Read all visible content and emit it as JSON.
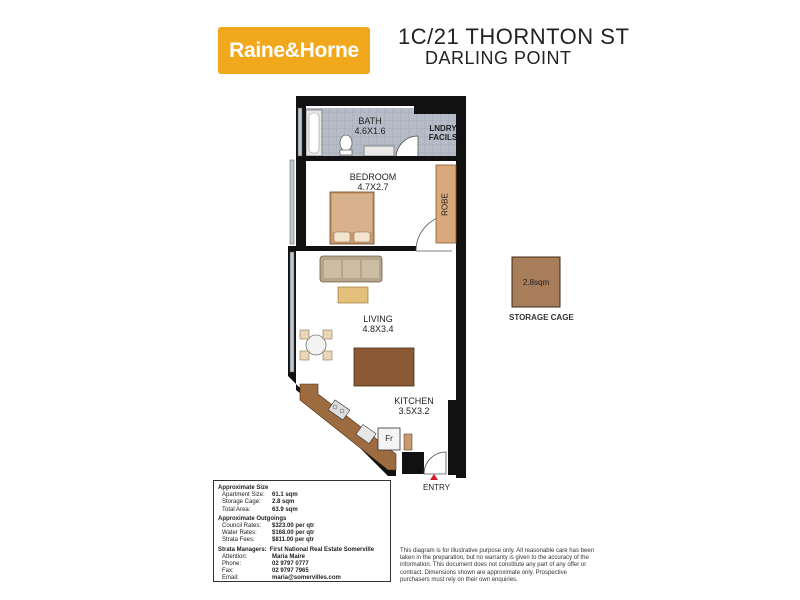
{
  "header": {
    "logo_text": "Raine&Horne",
    "address_line1": "1C/21 THORNTON ST",
    "address_line2": "DARLING POINT"
  },
  "rooms": {
    "bath": {
      "name": "BATH",
      "size": "4.6x1.6"
    },
    "laundry": {
      "name_line1": "LNDRY",
      "name_line2": "FACILS"
    },
    "bedroom": {
      "name": "BEDROOM",
      "size": "4.7x2.7"
    },
    "robe": {
      "name": "ROBE"
    },
    "living": {
      "name": "LIVING",
      "size": "4.8x3.4"
    },
    "kitchen": {
      "name": "KITCHEN",
      "size": "3.5x3.2"
    },
    "fridge": {
      "name": "Fr"
    },
    "entry": {
      "name": "ENTRY"
    },
    "storage": {
      "area": "2.8sqm",
      "name": "STORAGE CAGE"
    }
  },
  "info_box": {
    "size_heading": "Approximate Size",
    "size_rows": [
      {
        "label": "Apartment Size:",
        "value": "61.1 sqm"
      },
      {
        "label": "Storage Cage:",
        "value": "2.8 sqm"
      },
      {
        "label": "Total Area:",
        "value": "63.9 sqm"
      }
    ],
    "outgoings_heading": "Approximate Outgoings",
    "outgoings_rows": [
      {
        "label": "Council Rates:",
        "value": "$323.00 per qtr"
      },
      {
        "label": "Water Rates:",
        "value": "$168.00 per qtr"
      },
      {
        "label": "Strata Fees:",
        "value": "$811.00 per qtr"
      }
    ],
    "strata_heading": "Strata Managers:",
    "strata_company": "First National Real Estate Somerville",
    "contact_rows": [
      {
        "label": "Attention:",
        "value": "Maria Maire"
      },
      {
        "label": "Phone:",
        "value": "02 9797 0777"
      },
      {
        "label": "Fax:",
        "value": "02 9797 7965"
      },
      {
        "label": "Email:",
        "value": "maria@somervilles.com"
      }
    ]
  },
  "disclaimer": "This diagram is for illustrative purpose only. All reasonable care has been taken in the preparation, but no warranty is given to the accuracy of the information. This document does not constitute any part of any offer or contract. Dimensions shown are approximate only. Prospective purchasers must rely on their own enquiries."
}
